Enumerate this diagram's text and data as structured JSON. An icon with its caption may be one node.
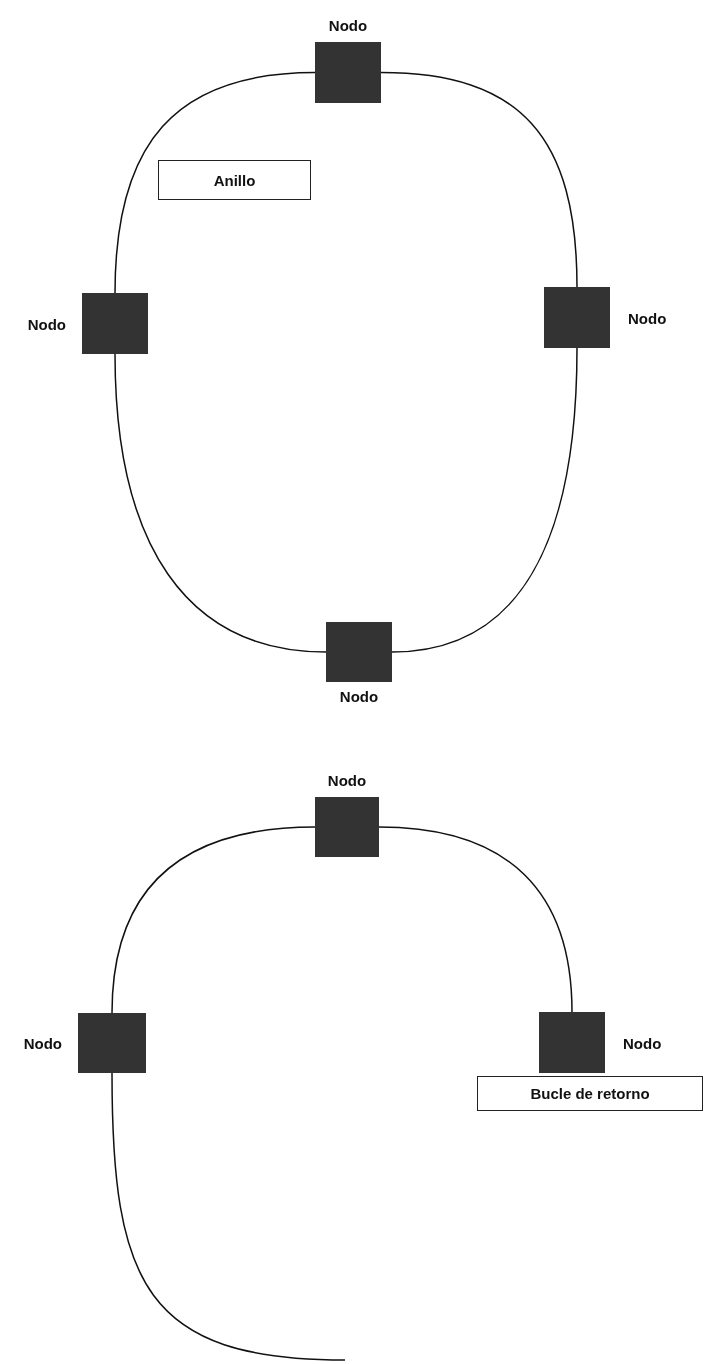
{
  "diagram": {
    "nodes": [
      {
        "text": [
          "Nodo"
        ]
      },
      {
        "text": [
          "Anillo"
        ]
      },
      {
        "text": [
          "Nodo"
        ]
      },
      {
        "text": [
          "Nodo"
        ]
      },
      {
        "text": [
          "Nodo"
        ]
      },
      {
        "text": [
          "Nodo"
        ]
      },
      {
        "text": [
          "Nodo"
        ]
      },
      {
        "text": [
          "Nodo"
        ]
      },
      {
        "text": [
          "Bucle de retorno"
        ]
      }
    ],
    "edges": [
      {
        "from": 0,
        "to": 2,
        "arrow": "none"
      },
      {
        "from": 0,
        "to": 3,
        "arrow": "none"
      },
      {
        "from": 3,
        "to": 4,
        "arrow": "none"
      },
      {
        "from": 4,
        "to": 2,
        "arrow": "none"
      },
      {
        "from": 5,
        "to": 6,
        "arrow": "none"
      },
      {
        "from": 5,
        "to": 7,
        "arrow": "none"
      },
      {
        "from": 6,
        "to": null,
        "arrow": "none"
      }
    ]
  }
}
